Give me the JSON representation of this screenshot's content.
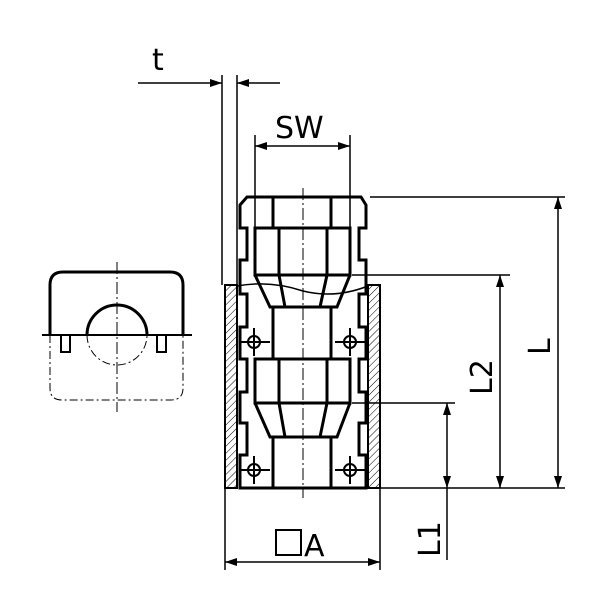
{
  "drawing": {
    "labels": {
      "t": "t",
      "sw": "SW",
      "l": "L",
      "l2": "L2",
      "l1": "L1",
      "a": "A"
    },
    "line_color": "#000000"
  }
}
